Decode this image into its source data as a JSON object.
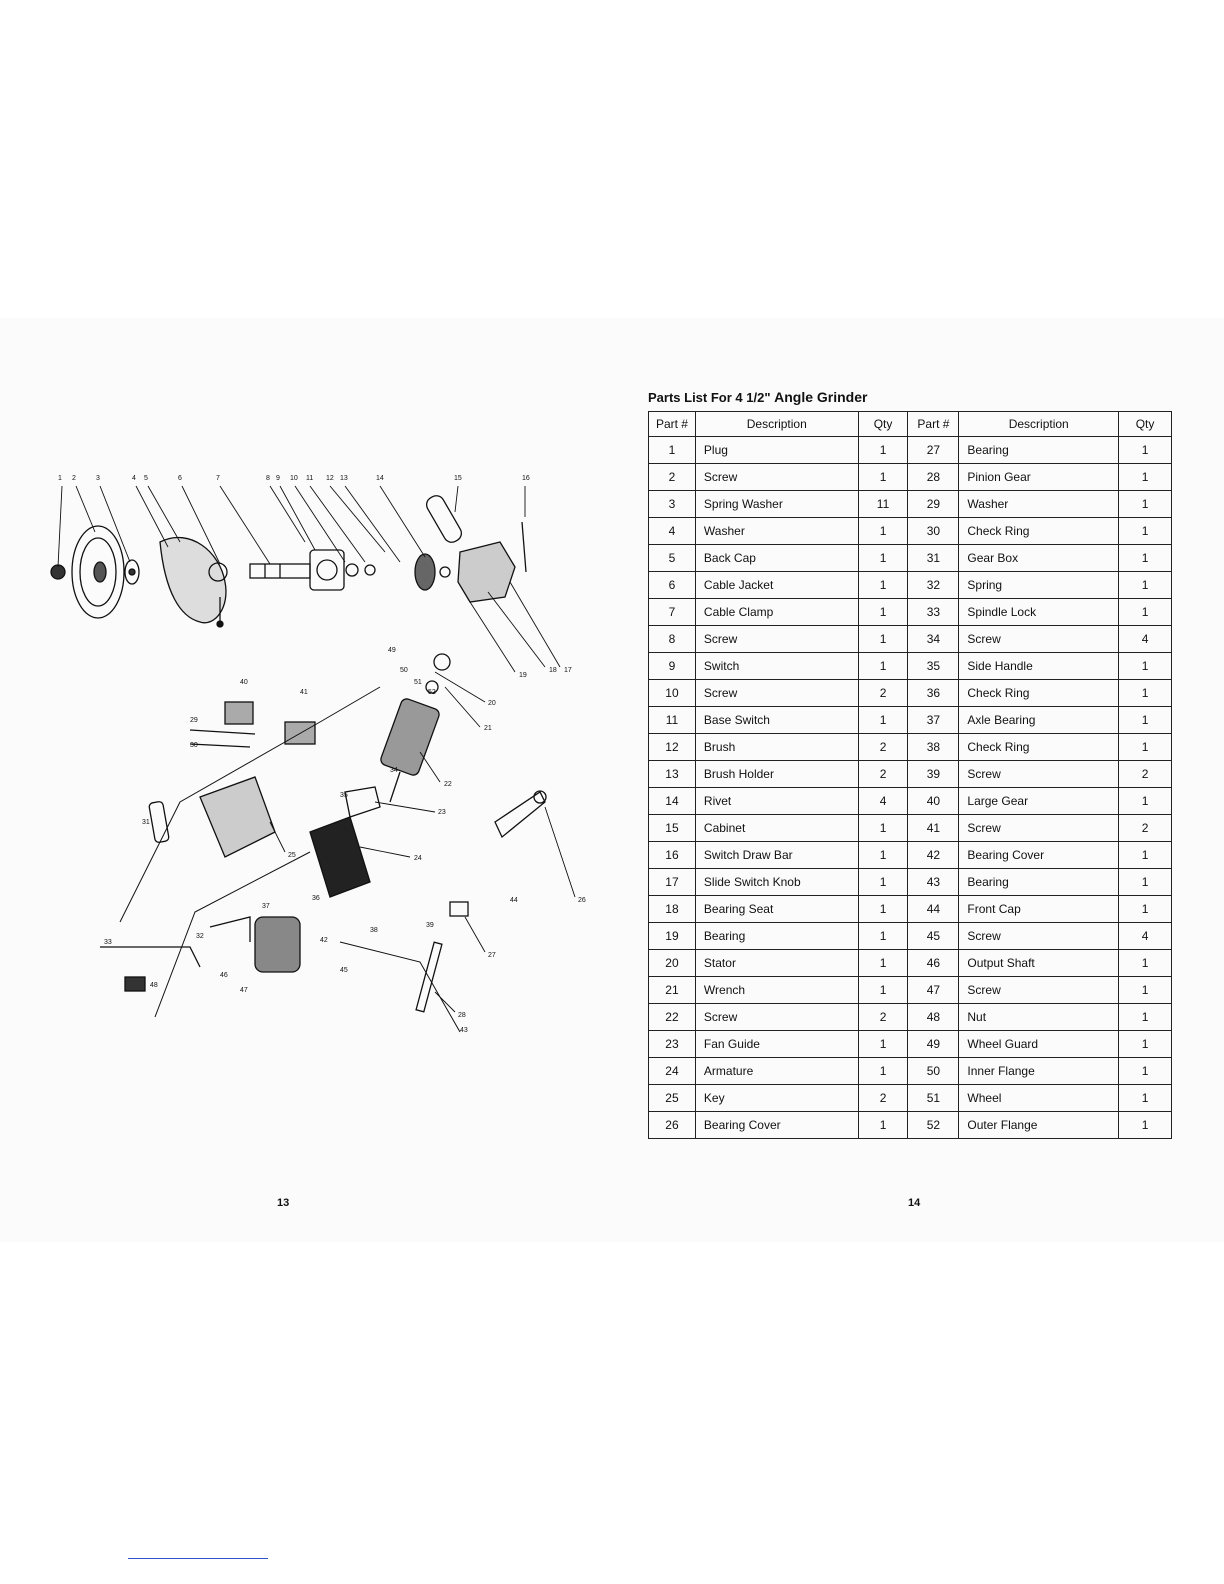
{
  "left_page": {
    "page_number": "13",
    "diagram_callouts": [
      "1",
      "2",
      "3",
      "4",
      "5",
      "6",
      "7",
      "8",
      "9",
      "10",
      "11",
      "12",
      "13",
      "14",
      "15",
      "16",
      "17",
      "18",
      "19",
      "20",
      "21",
      "22",
      "23",
      "24",
      "25",
      "26",
      "27",
      "28",
      "29",
      "30",
      "31",
      "32",
      "33",
      "34",
      "35",
      "36",
      "37",
      "38",
      "39",
      "40",
      "41",
      "42",
      "43",
      "44",
      "45",
      "46",
      "47",
      "48",
      "49",
      "50",
      "51",
      "52"
    ]
  },
  "right_page": {
    "page_number": "14",
    "title_prefix": "Parts List For 4 1/2\"",
    "title_suffix": "Angle Grinder",
    "columns": [
      "Part #",
      "Description",
      "Qty",
      "Part #",
      "Description",
      "Qty"
    ],
    "rows": [
      [
        "1",
        "Plug",
        "1",
        "27",
        "Bearing",
        "1"
      ],
      [
        "2",
        "Screw",
        "1",
        "28",
        "Pinion Gear",
        "1"
      ],
      [
        "3",
        "Spring Washer",
        "11",
        "29",
        "Washer",
        "1"
      ],
      [
        "4",
        "Washer",
        "1",
        "30",
        "Check Ring",
        "1"
      ],
      [
        "5",
        "Back Cap",
        "1",
        "31",
        "Gear Box",
        "1"
      ],
      [
        "6",
        "Cable Jacket",
        "1",
        "32",
        "Spring",
        "1"
      ],
      [
        "7",
        "Cable Clamp",
        "1",
        "33",
        "Spindle Lock",
        "1"
      ],
      [
        "8",
        "Screw",
        "1",
        "34",
        "Screw",
        "4"
      ],
      [
        "9",
        "Switch",
        "1",
        "35",
        "Side Handle",
        "1"
      ],
      [
        "10",
        "Screw",
        "2",
        "36",
        "Check Ring",
        "1"
      ],
      [
        "11",
        "Base Switch",
        "1",
        "37",
        "Axle Bearing",
        "1"
      ],
      [
        "12",
        "Brush",
        "2",
        "38",
        "Check Ring",
        "1"
      ],
      [
        "13",
        "Brush Holder",
        "2",
        "39",
        "Screw",
        "2"
      ],
      [
        "14",
        "Rivet",
        "4",
        "40",
        "Large Gear",
        "1"
      ],
      [
        "15",
        "Cabinet",
        "1",
        "41",
        "Screw",
        "2"
      ],
      [
        "16",
        "Switch Draw Bar",
        "1",
        "42",
        "Bearing Cover",
        "1"
      ],
      [
        "17",
        "Slide Switch Knob",
        "1",
        "43",
        "Bearing",
        "1"
      ],
      [
        "18",
        "Bearing Seat",
        "1",
        "44",
        "Front Cap",
        "1"
      ],
      [
        "19",
        "Bearing",
        "1",
        "45",
        "Screw",
        "4"
      ],
      [
        "20",
        "Stator",
        "1",
        "46",
        "Output Shaft",
        "1"
      ],
      [
        "21",
        "Wrench",
        "1",
        "47",
        "Screw",
        "1"
      ],
      [
        "22",
        "Screw",
        "2",
        "48",
        "Nut",
        "1"
      ],
      [
        "23",
        "Fan Guide",
        "1",
        "49",
        "Wheel Guard",
        "1"
      ],
      [
        "24",
        "Armature",
        "1",
        "50",
        "Inner Flange",
        "1"
      ],
      [
        "25",
        "Key",
        "2",
        "51",
        "Wheel",
        "1"
      ],
      [
        "26",
        "Bearing Cover",
        "1",
        "52",
        "Outer Flange",
        "1"
      ]
    ]
  }
}
